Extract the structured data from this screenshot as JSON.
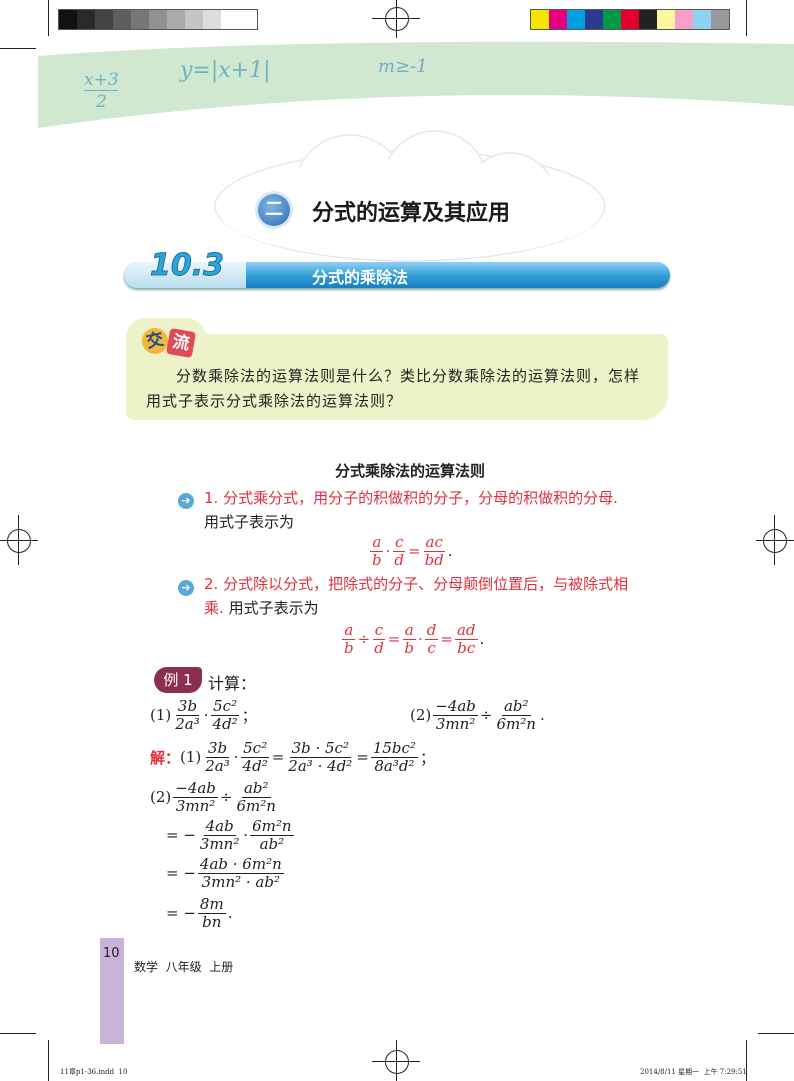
{
  "header": {
    "doodles": [
      "x+3",
      "2",
      "y=|x+1|",
      "m≥-1"
    ],
    "chapter_badge": "二",
    "chapter_title": "分式的运算及其应用",
    "section_number": "10.3",
    "section_title": "分式的乘除法"
  },
  "exchange": {
    "badge_chars": [
      "交",
      "流"
    ],
    "text": "分数乘除法的运算法则是什么？类比分数乘除法的运算法则，怎样用式子表示分式乘除法的运算法则？"
  },
  "rules": {
    "heading": "分式乘除法的运算法则",
    "rule1_red": "1. 分式乘分式，用分子的积做积的分子，分母的积做积的分母.",
    "rule1_black": "用式子表示为",
    "rule2_red": "2. 分式除以分式，把除式的分子、分母颠倒位置后，与被除式相乘.",
    "rule2_black": "用式子表示为"
  },
  "example": {
    "badge": "例 1",
    "prompt": "计算：",
    "solution_label": "解："
  },
  "footer": {
    "page_number": "10",
    "book": "数学  八年级  上册",
    "file_info": "11章p1-36.indd  10",
    "timestamp": "2014/8/11 星期一  上午 7:29:51"
  },
  "colors": {
    "green_band": "#cfe8cf",
    "section_blue": "#1f8fd0",
    "exchange_bg": "#eef2c8",
    "example_badge": "#8a2f4e",
    "red_text": "#e0303c",
    "page_tab": "#c9b3d9"
  }
}
